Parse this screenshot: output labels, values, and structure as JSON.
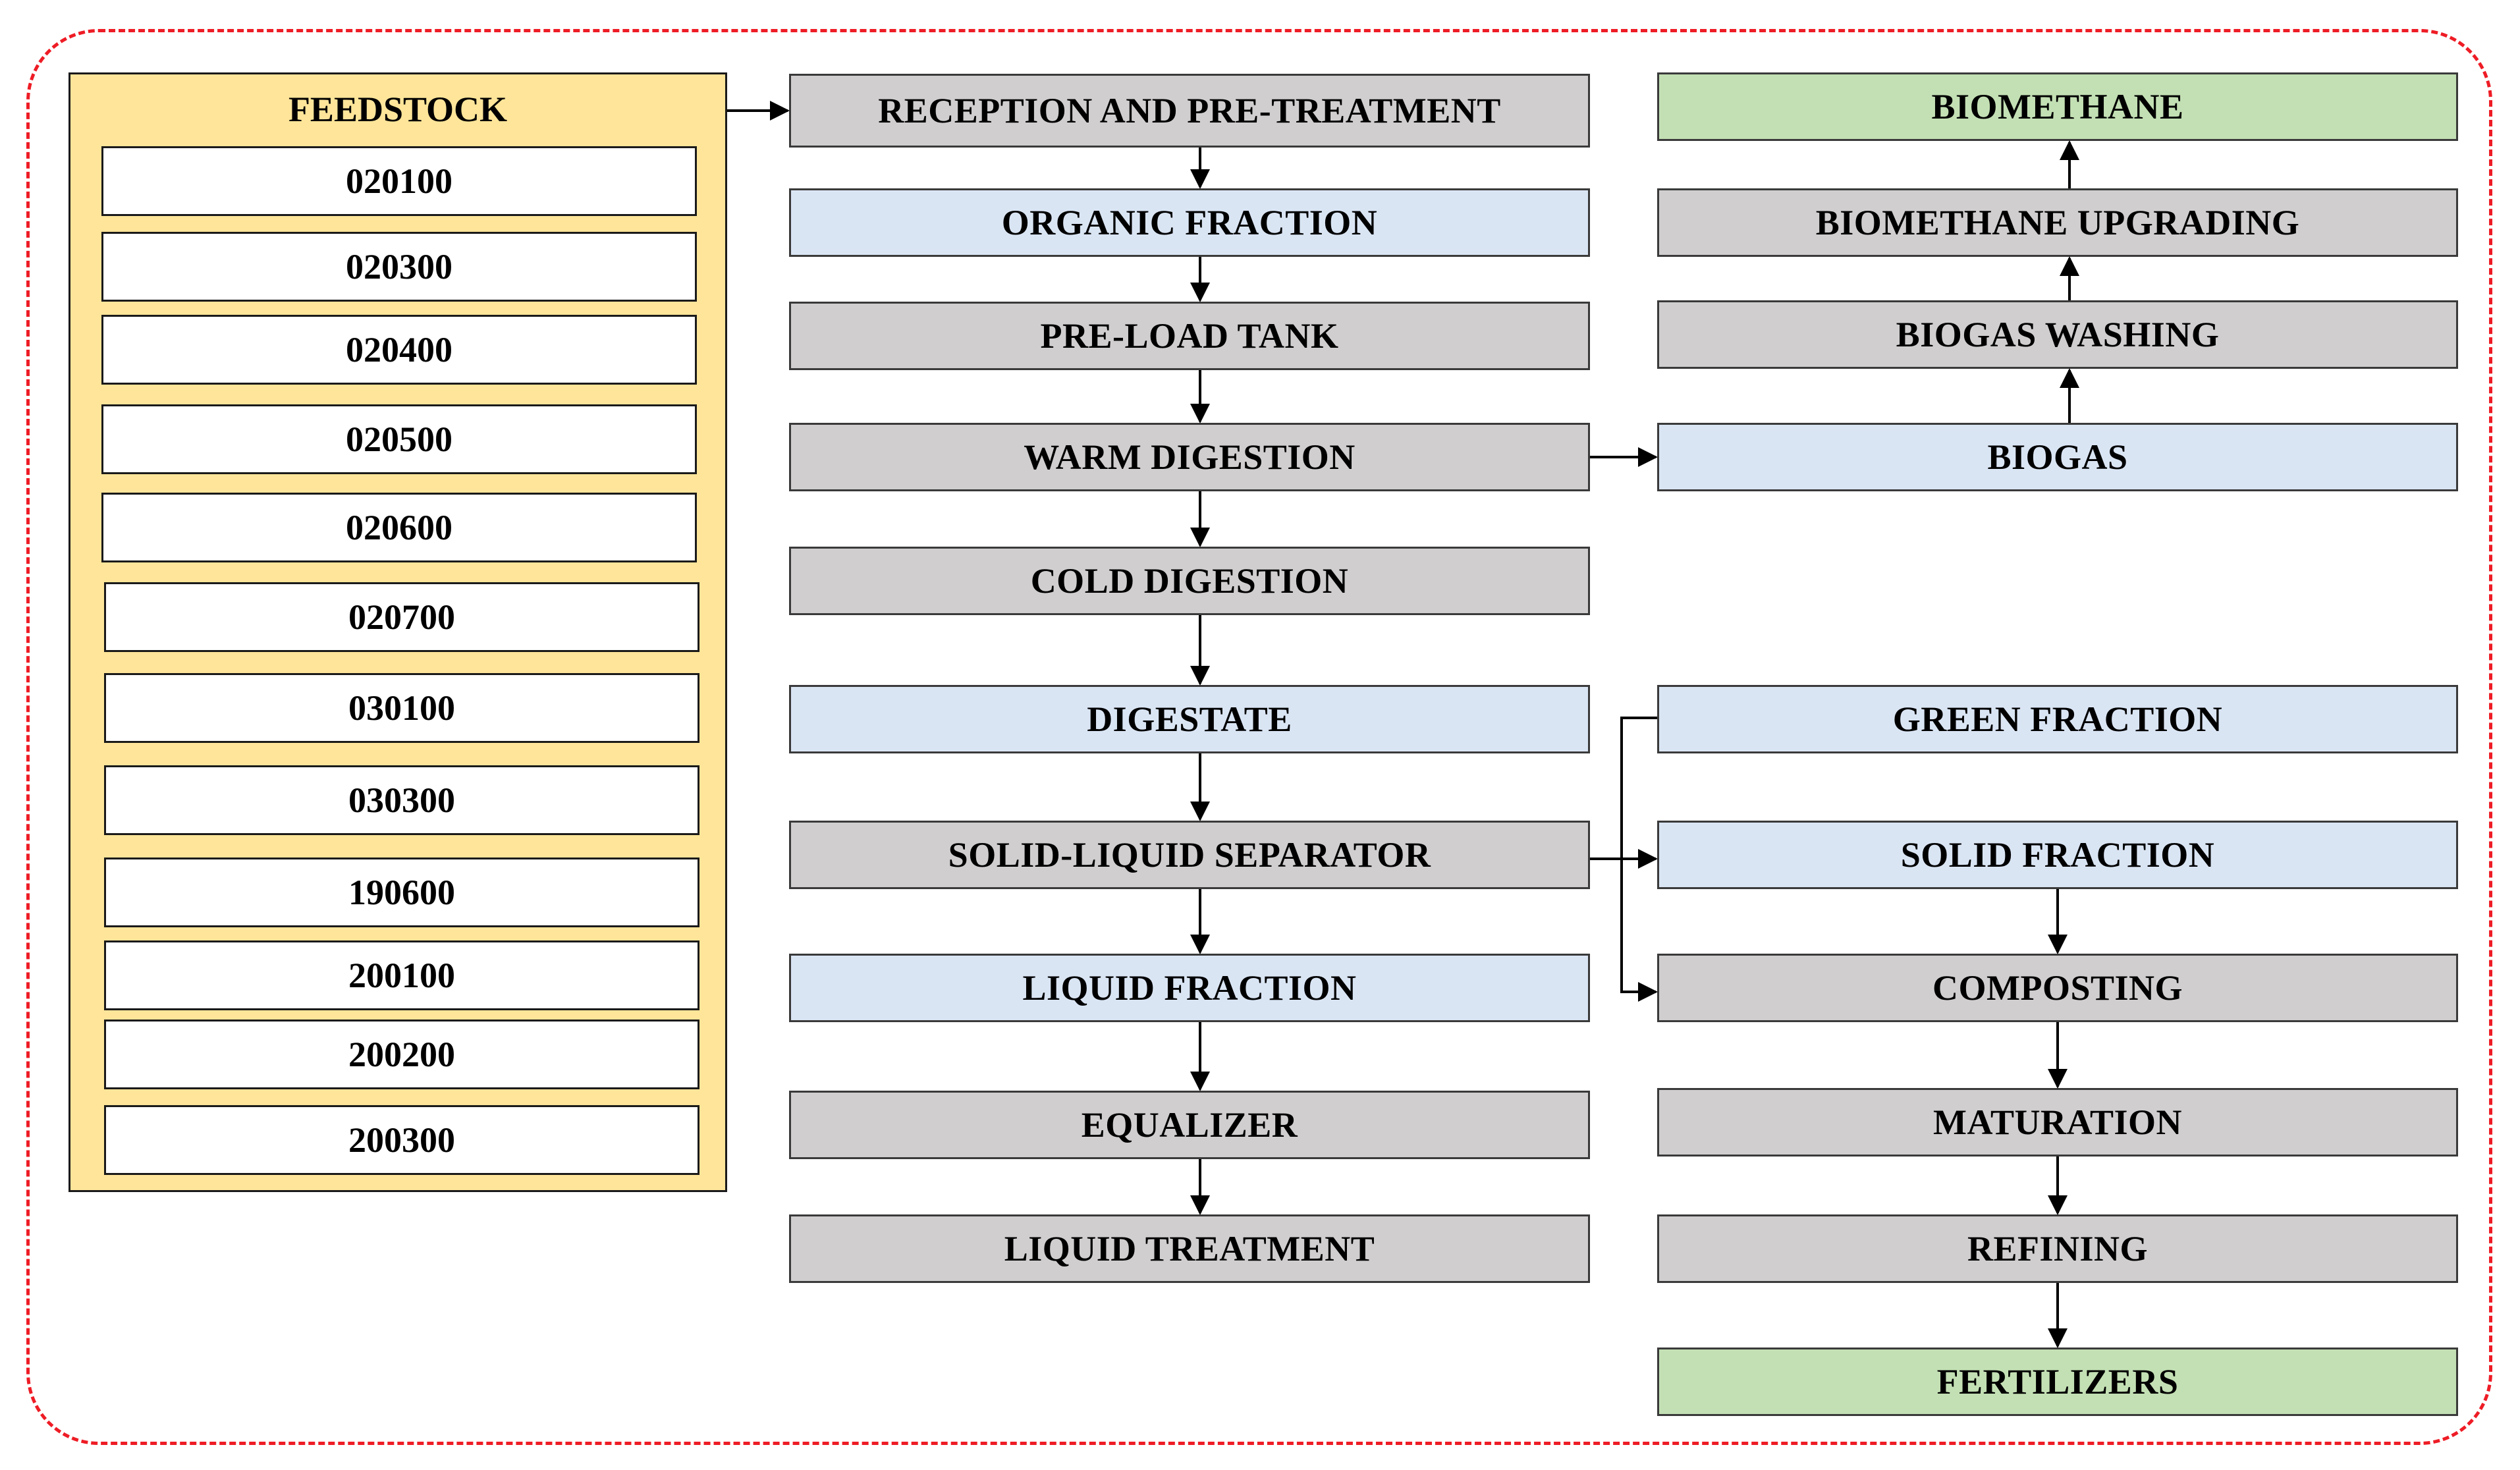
{
  "feedstock": {
    "title": "FEEDSTOCK",
    "codes": [
      "020100",
      "020300",
      "020400",
      "020500",
      "020600",
      "020700",
      "030100",
      "030300",
      "190600",
      "200100",
      "200200",
      "200300"
    ]
  },
  "process": {
    "reception": "RECEPTION AND PRE-TREATMENT",
    "organic_fraction": "ORGANIC FRACTION",
    "preload_tank": "PRE-LOAD TANK",
    "warm_digestion": "WARM DIGESTION",
    "cold_digestion": "COLD DIGESTION",
    "digestate": "DIGESTATE",
    "separator": "SOLID-LIQUID SEPARATOR",
    "liquid_fraction": "LIQUID FRACTION",
    "equalizer": "EQUALIZER",
    "liquid_treatment": "LIQUID TREATMENT"
  },
  "gas_line": {
    "biomethane": "BIOMETHANE",
    "upgrading": "BIOMETHANE UPGRADING",
    "washing": "BIOGAS WASHING",
    "biogas": "BIOGAS"
  },
  "solid_line": {
    "green_fraction": "GREEN FRACTION",
    "solid_fraction": "SOLID FRACTION",
    "composting": "COMPOSTING",
    "maturation": "MATURATION",
    "refining": "REFINING",
    "fertilizers": "FERTILIZERS"
  },
  "colors": {
    "dashed_border": "#ee1c25",
    "feedstock_fill": "#fee599",
    "process_gray": "#d0cece",
    "material_blue": "#dae5f4",
    "product_green": "#c3e0b4"
  }
}
